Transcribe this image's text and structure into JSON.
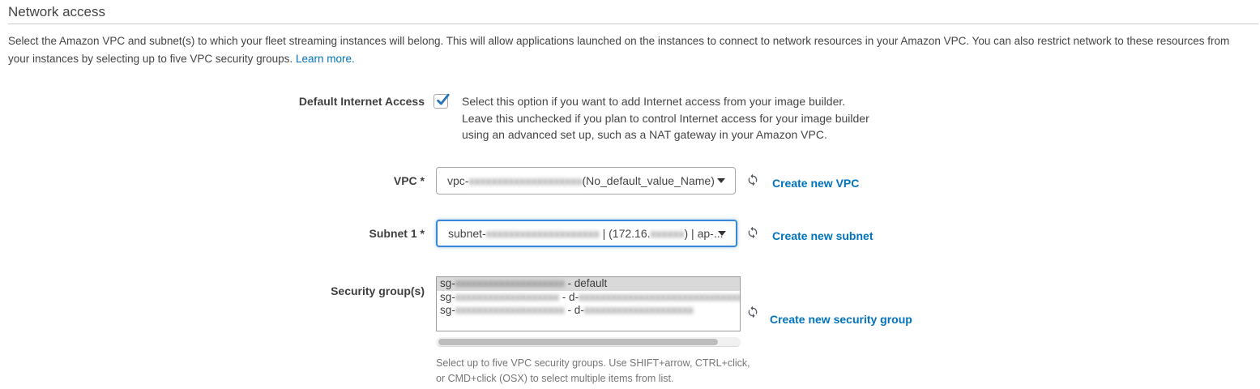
{
  "page": {
    "title": "Network access",
    "description": "Select the Amazon VPC and subnet(s) to which your fleet streaming instances will belong. This will allow applications launched on the instances to connect to network resources in your Amazon VPC. You can also restrict network to these resources from your instances by selecting up to five VPC security groups.",
    "learn_more_label": "Learn more."
  },
  "form": {
    "default_internet_access": {
      "label": "Default Internet Access",
      "checked": true,
      "description": "Select this option if you want to add Internet access from your image builder. Leave this unchecked if you plan to control Internet access for your image builder using an advanced set up, such as a NAT gateway in your Amazon VPC."
    },
    "vpc": {
      "label": "VPC *",
      "value": {
        "prefix": "vpc-",
        "redacted": "xxxxxxxxxxxxxxxxxxxx",
        "suffix": "(No_default_value_Name)"
      },
      "action_label": "Create new VPC"
    },
    "subnet": {
      "label": "Subnet 1 *",
      "value": {
        "prefix": "subnet-",
        "redacted": "xxxxxxxxxxxxxxxxxxxx",
        "mid": " | (172.16.",
        "redacted2": "xxxxxx",
        "suffix": ") | ap-..."
      },
      "action_label": "Create new subnet"
    },
    "security_groups": {
      "label": "Security group(s)",
      "options": [
        {
          "prefix": "sg-",
          "redacted": "xxxxxxxxxxxxxxxxxxxx",
          "suffix": " - default",
          "redacted2": "",
          "selected": true
        },
        {
          "prefix": "sg-",
          "redacted": "xxxxxxxxxxxxxxxxxxx",
          "suffix": " - d-",
          "redacted2": "xxxxxxxxxxxxxxxxxxxxxxxxxxxxxxxxx",
          "selected": false
        },
        {
          "prefix": "sg-",
          "redacted": "xxxxxxxxxxxxxxxxxxxx",
          "suffix": " - d-",
          "redacted2": "xxxxxxxxxxxxxxxxxxxx",
          "selected": false
        }
      ],
      "action_label": "Create new security group",
      "help": "Select up to five VPC security groups. Use SHIFT+arrow, CTRL+click, or CMD+click (OSX) to select multiple items from list."
    }
  },
  "colors": {
    "link_blue": "#0073bb",
    "focus_border_blue": "#3a89d8",
    "checkmark_blue": "#2873b8",
    "selected_option_bg": "#d9d9d9"
  }
}
